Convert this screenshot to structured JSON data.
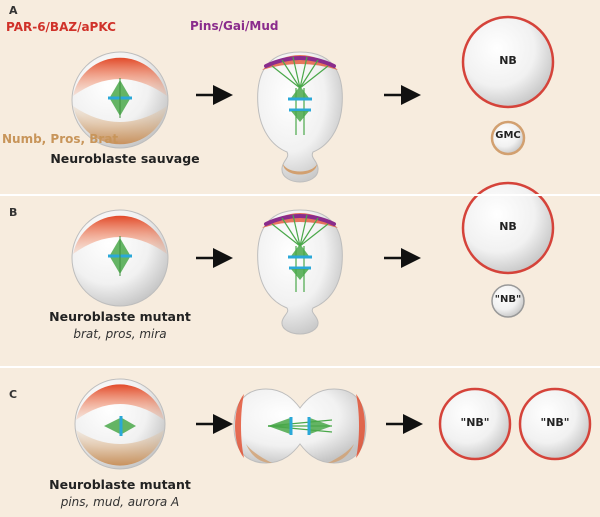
{
  "panels": {
    "a": {
      "letter": "A",
      "polarity_label": "PAR-6/BAZ/aPKC",
      "spindle_label": "Pins/Gai/Mud",
      "basal_label": "Numb, Pros, Brat",
      "cell_title": "Neuroblaste sauvage",
      "daughter_large": "NB",
      "daughter_small": "GMC"
    },
    "b": {
      "letter": "B",
      "cell_title": "Neuroblaste mutant",
      "genes": "brat, pros, mira",
      "daughter_large": "NB",
      "daughter_small": "\"NB\""
    },
    "c": {
      "letter": "C",
      "cell_title": "Neuroblaste mutant",
      "genes": "pins, mud, aurora A",
      "daughter_left": "\"NB\"",
      "daughter_right": "\"NB\""
    }
  },
  "colors": {
    "background": "#f7ecde",
    "apical_crescent": "#e8502c",
    "basal_crescent": "#d2a070",
    "spindle_crescent": "#8a2c8c",
    "spindle_green": "#4aa84a",
    "chromosome_blue": "#2aa8d8",
    "nb_outline": "#d5433a",
    "polarity_text": "#d0322a",
    "spindle_text": "#8a2c8c",
    "basal_text": "#c8955a"
  },
  "icons": {
    "arrow": "right-arrow-icon"
  }
}
